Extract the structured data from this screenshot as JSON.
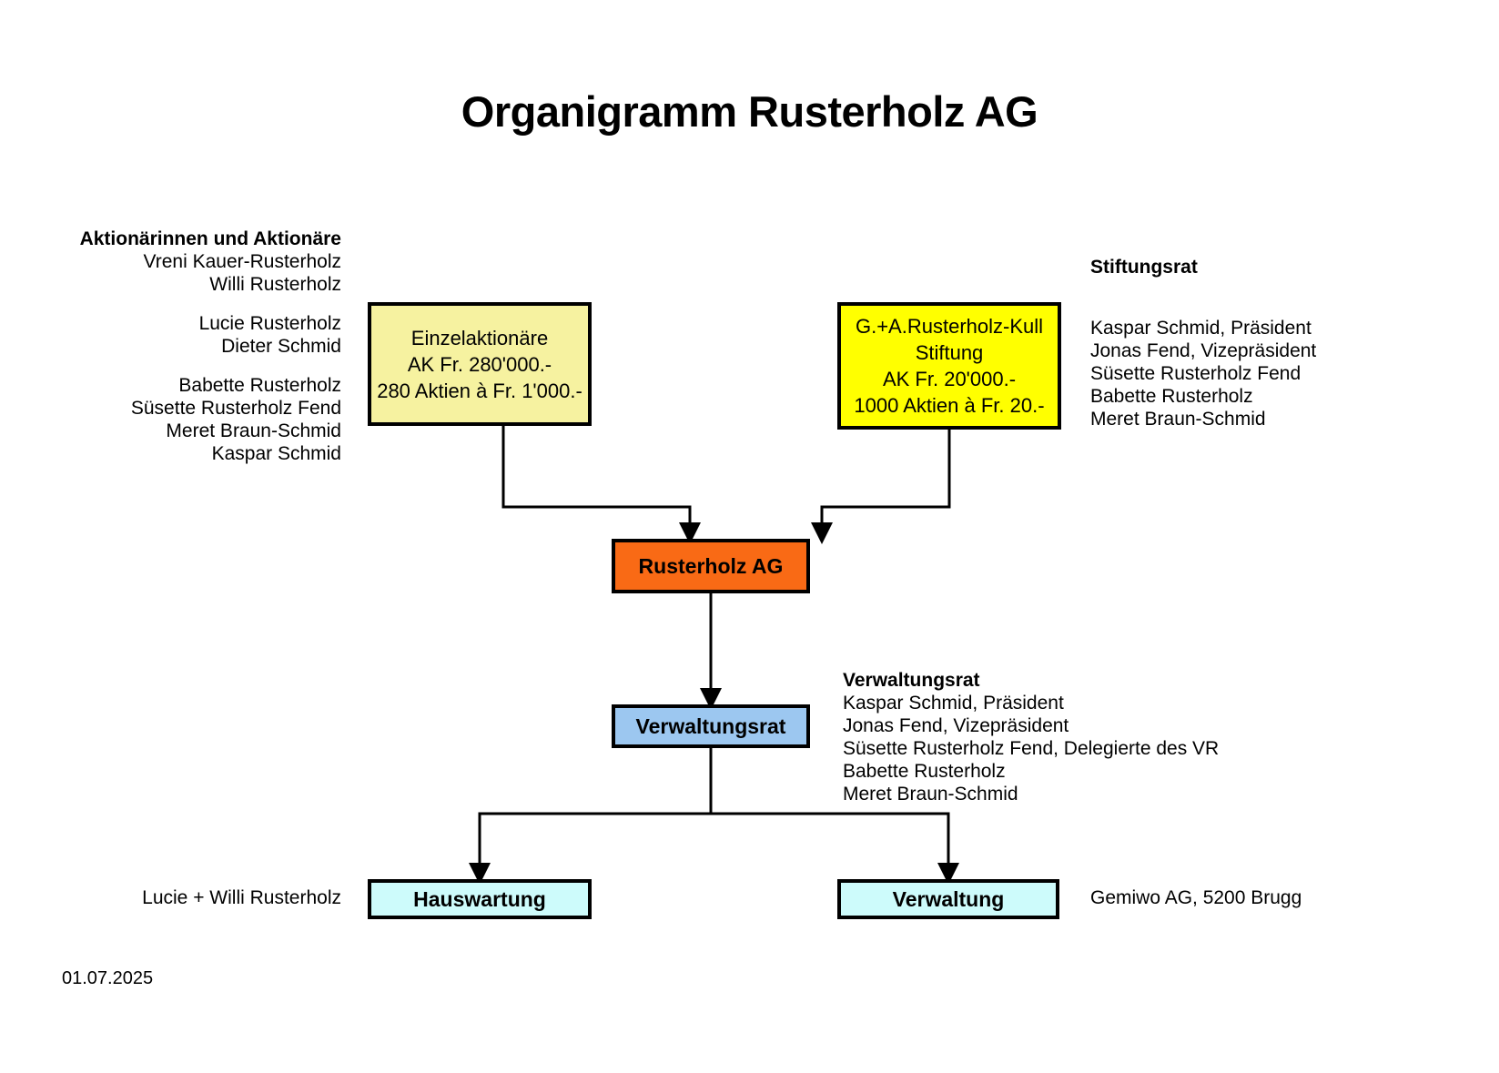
{
  "title": "Organigramm Rusterholz AG",
  "shareholders": {
    "heading": "Aktionärinnen und Aktionäre",
    "group1": [
      "Vreni Kauer-Rusterholz",
      "Willi Rusterholz"
    ],
    "group2": [
      "Lucie Rusterholz",
      "Dieter Schmid"
    ],
    "group3": [
      "Babette Rusterholz",
      "Süsette Rusterholz Fend",
      "Meret Braun-Schmid",
      "Kaspar Schmid"
    ]
  },
  "stiftungsrat": {
    "heading": "Stiftungsrat",
    "members": [
      "Kaspar Schmid, Präsident",
      "Jonas Fend, Vizepräsident",
      "Süsette Rusterholz Fend",
      "Babette Rusterholz",
      "Meret Braun-Schmid"
    ]
  },
  "verwaltungsrat_list": {
    "heading": "Verwaltungsrat",
    "members": [
      "Kaspar Schmid, Präsident",
      "Jonas Fend, Vizepräsident",
      "Süsette Rusterholz Fend, Delegierte des VR",
      "Babette Rusterholz",
      "Meret Braun-Schmid"
    ]
  },
  "boxes": {
    "einzelaktionaere": {
      "lines": [
        "Einzelaktionäre",
        "AK Fr. 280'000.-",
        "280 Aktien à Fr. 1'000.-"
      ],
      "color": "#f6f2a0"
    },
    "stiftung": {
      "lines": [
        "G.+A.Rusterholz-Kull Stiftung",
        "AK Fr. 20'000.-",
        "1000 Aktien à Fr. 20.-"
      ],
      "color": "#ffff00"
    },
    "ag": {
      "label": "Rusterholz AG",
      "color": "#f96a15"
    },
    "verwaltungsrat": {
      "label": "Verwaltungsrat",
      "color": "#9cc7f0"
    },
    "hauswartung": {
      "label": "Hauswartung",
      "color": "#cdfbfb"
    },
    "verwaltung": {
      "label": "Verwaltung",
      "color": "#cdfbfb"
    }
  },
  "captions": {
    "hauswartung": "Lucie + Willi Rusterholz",
    "verwaltung": "Gemiwo AG, 5200 Brugg"
  },
  "footer": {
    "date": "01.07.2025"
  }
}
